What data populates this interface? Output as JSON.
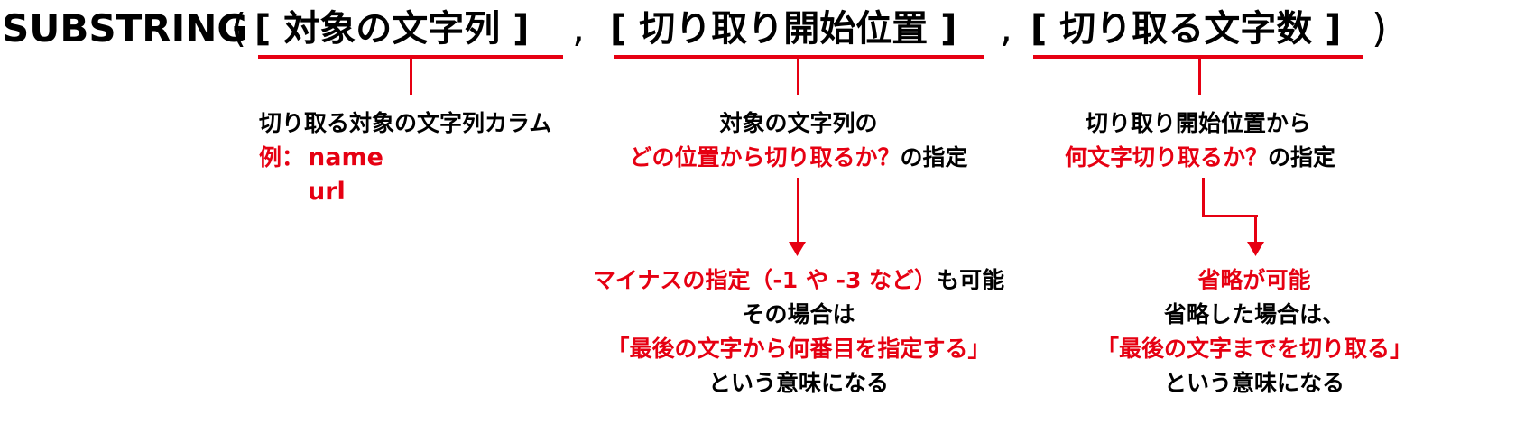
{
  "syntax": {
    "keyword": "SUBSTRING",
    "open_paren": "(",
    "close_paren": ")",
    "comma": ",",
    "arg1": "[ 対象の文字列 ]",
    "arg2": "[ 切り取り開始位置 ]",
    "arg3": "[ 切り取る文字数 ]"
  },
  "arg1_note": {
    "line1": "切り取る対象の文字列カラム",
    "example_label": "例：",
    "example_1": "name",
    "example_2": "url"
  },
  "arg2_note": {
    "line1": "対象の文字列の",
    "line2_red": "どの位置から切り取るか？",
    "line2_black": "の指定",
    "detail_red": "マイナスの指定（-1 や -3 など）",
    "detail_black": "も可能",
    "detail_line2": "その場合は",
    "detail_line3_red": "「最後の文字から何番目を指定する」",
    "detail_line4": "という意味になる"
  },
  "arg3_note": {
    "line1": "切り取り開始位置から",
    "line2_red": "何文字切り取るか？",
    "line2_black": "の指定",
    "detail_red": "省略が可能",
    "detail_line2": "省略した場合は、",
    "detail_line3_red": "「最後の文字までを切り取る」",
    "detail_line4": "という意味になる"
  },
  "colors": {
    "accent": "#e60012",
    "text": "#000000"
  }
}
